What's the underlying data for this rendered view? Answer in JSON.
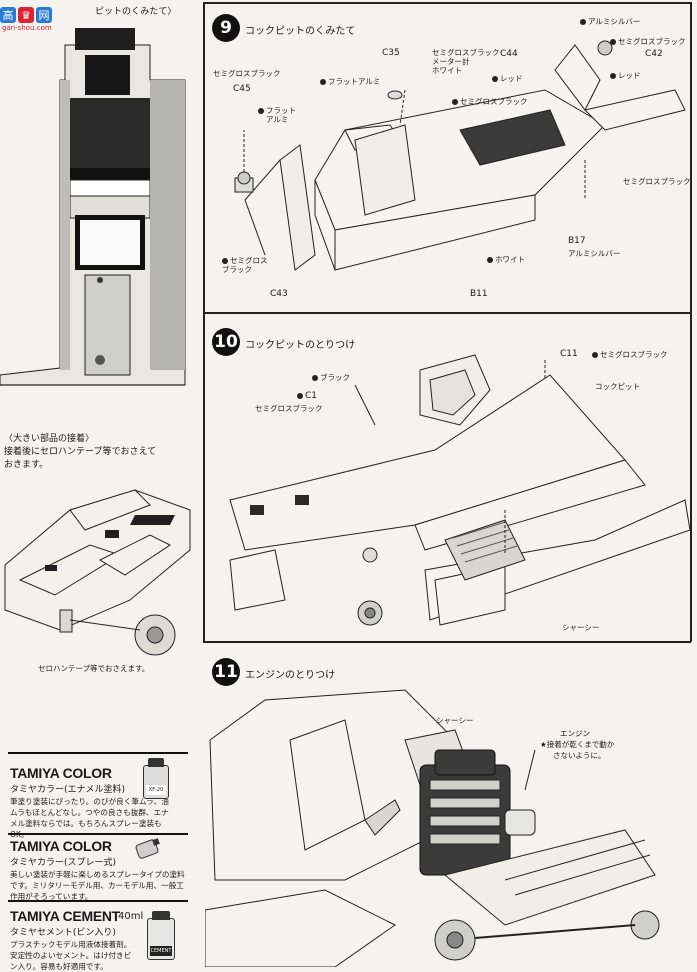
{
  "watermark": {
    "logo_text": "高",
    "site_label": "网",
    "url": "gan-shou.com"
  },
  "left_panel": {
    "partial_title": "ピットのくみたて〉",
    "note_title": "〈大きい部品の接着〉",
    "note_line1": "接着後にセロハンテープ等でおさえて",
    "note_line2": "おきます。",
    "tape_caption": "セロハンテープ等でおさえます。"
  },
  "ads": [
    {
      "title": "TAMIYA COLOR",
      "subtitle": "タミヤカラー(エナメル塗料)",
      "body": "筆塗り塗装にぴったり。のびが良く筆ムラ、油ムラもほとんどなし。つやの良さも抜群、エナメル塗料ならでは。もちろんスプレー塗装もOK。",
      "bottle_label": "XF-20"
    },
    {
      "title": "TAMIYA COLOR",
      "subtitle": "タミヤカラー(スプレー式)",
      "body": "美しい塗装が手軽に楽しめるスプレータイプの塗料です。ミリタリーモデル用、カーモデル用、一般工作用がそろっています。",
      "bottle_label": ""
    },
    {
      "title": "TAMIYA CEMENT",
      "volume": "40ml",
      "subtitle": "タミヤセメント(ビン入り)",
      "body": "プラスチックモデル用液体接着剤。安定性のよいセメント。はけ付きビン入り。容易も好適用です。",
      "bottle_label": "CEMENT"
    }
  ],
  "steps": [
    {
      "number": "9",
      "title": "コックピットのくみたて",
      "callouts": {
        "c35": "C35",
        "flat_alu": "フラットアルミ",
        "semi_gloss_black_a": "セミグロスブラック",
        "c45": "C45",
        "flat_alu_2a": "フラット",
        "flat_alu_2b": "アルミ",
        "semi_gloss_black_c44": "セミグロスブラック",
        "meter_white": "メーター計",
        "white_1": "ホワイト",
        "c44": "C44",
        "red_1": "レッド",
        "alu_silver_top": "アルミシルバー",
        "semi_gloss_black_c42": "セミグロスブラック",
        "c42": "C42",
        "red_2": "レッド",
        "semi_gloss_black_tub": "セミグロスブラック",
        "semi_gloss_black_right": "セミグロスブラック",
        "semi_gloss_a": "セミグロス",
        "black_a": "ブラック",
        "c43": "C43",
        "b17": "B17",
        "alu_silver_b17": "アルミシルバー",
        "white_b11": "ホワイト",
        "b11": "B11"
      }
    },
    {
      "number": "10",
      "title": "コックピットのとりつけ",
      "callouts": {
        "c11": "C11",
        "semi_gloss_black_c11": "セミグロスブラック",
        "cockpit": "コックピット",
        "black": "ブラック",
        "c1": "C1",
        "semi_gloss_black_c1": "セミグロスブラック",
        "chassis": "シャーシー"
      }
    },
    {
      "number": "11",
      "title": "エンジンのとりつけ",
      "callouts": {
        "chassis": "シャーシー",
        "engine": "エンジン",
        "engine_note1": "★接着が乾くまで動か",
        "engine_note2": "さないように。"
      }
    }
  ]
}
